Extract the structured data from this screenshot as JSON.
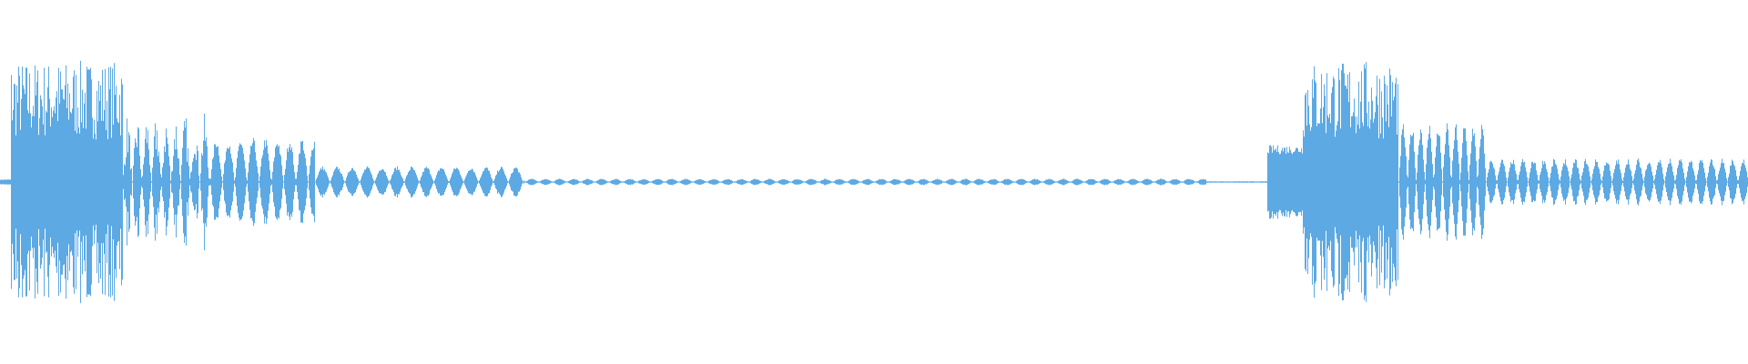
{
  "waveform": {
    "color": "#5DA9E3",
    "background": "#ffffff",
    "channels": 1,
    "segments": [
      {
        "start": 0.0,
        "end": 0.006,
        "amp": 0.02,
        "cycle": 0
      },
      {
        "start": 0.006,
        "end": 0.07,
        "amp": 0.92,
        "cycle": 0
      },
      {
        "start": 0.07,
        "end": 0.12,
        "amp": 0.52,
        "cycle": 0.0055
      },
      {
        "start": 0.12,
        "end": 0.18,
        "amp": 0.34,
        "cycle": 0.007
      },
      {
        "start": 0.18,
        "end": 0.3,
        "amp": 0.12,
        "cycle": 0.0085
      },
      {
        "start": 0.3,
        "end": 0.69,
        "amp": 0.025,
        "cycle": 0.008
      },
      {
        "start": 0.69,
        "end": 0.725,
        "amp": 0.005,
        "cycle": 0
      },
      {
        "start": 0.725,
        "end": 0.745,
        "amp": 0.28,
        "cycle": 0
      },
      {
        "start": 0.745,
        "end": 0.8,
        "amp": 0.92,
        "cycle": 0
      },
      {
        "start": 0.8,
        "end": 0.85,
        "amp": 0.45,
        "cycle": 0.005
      },
      {
        "start": 0.85,
        "end": 1.0,
        "amp": 0.18,
        "cycle": 0.006
      }
    ]
  }
}
